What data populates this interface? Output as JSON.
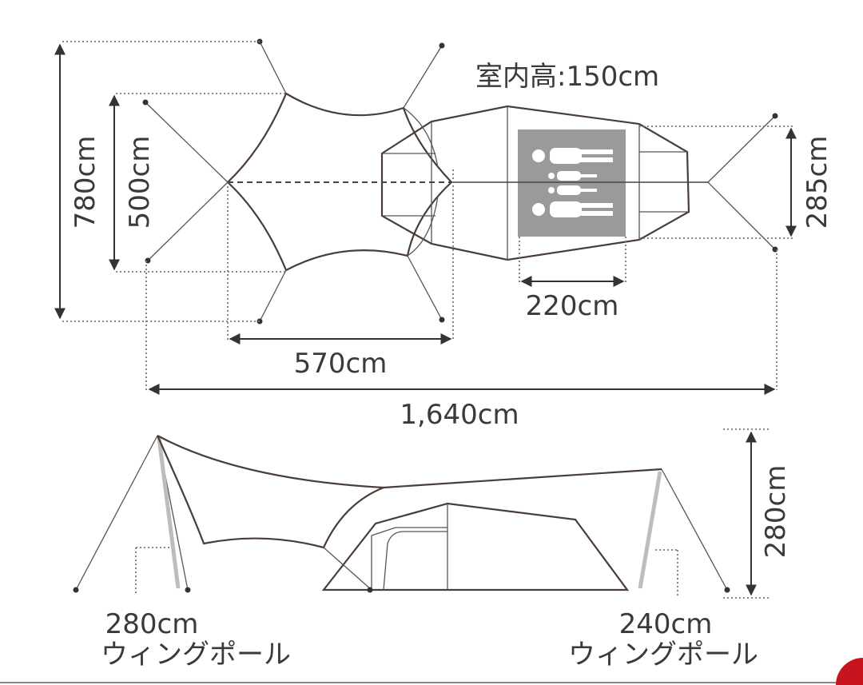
{
  "top_view": {
    "interior_height": "室内高:150cm",
    "total_width": "780cm",
    "tarp_width": "500cm",
    "tent_width": "285cm",
    "tarp_length": "570cm",
    "inner_length": "220cm",
    "total_length": "1,640cm"
  },
  "side_view": {
    "height": "280cm",
    "left_pole_length": "280cm",
    "left_pole_label": "ウィングポール",
    "right_pole_length": "240cm",
    "right_pole_label": "ウィングポール"
  },
  "colors": {
    "outline": "#4a3c36",
    "bedroom_fill": "#9a9a9a",
    "pole": "#bdbdbd",
    "accent": "#c8141e"
  },
  "icons": {
    "sleepers": "people-lying-icon"
  }
}
